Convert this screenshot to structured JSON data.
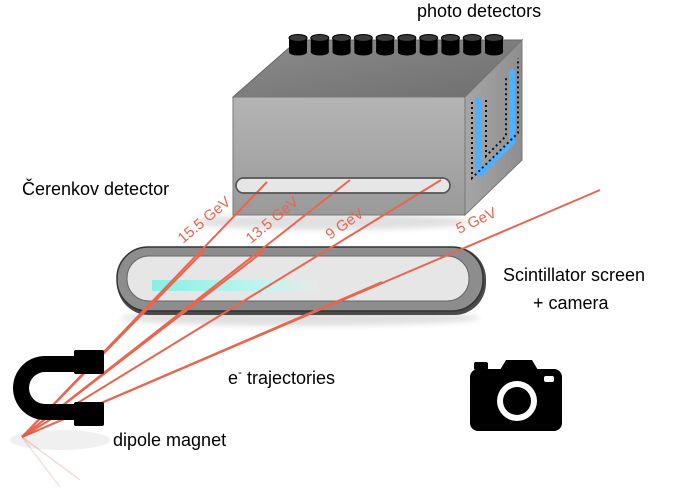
{
  "labels": {
    "photo_detectors": "photo detectors",
    "cerenkov_detector": "Čerenkov detector",
    "scintillator_line1": "Scintillator screen",
    "scintillator_line2": "+ camera",
    "trajectories_superscript": "e",
    "trajectories_sup_mark": "-",
    "trajectories": " trajectories",
    "dipole_magnet": "dipole magnet"
  },
  "energies": [
    {
      "label": "15.5 GeV"
    },
    {
      "label": "13.5 GeV"
    },
    {
      "label": "9 GeV"
    },
    {
      "label": "5 GeV"
    }
  ],
  "colors": {
    "trajectory": "#e8664f",
    "box_face": "#a9a9a9",
    "box_top": "#8a8a8a",
    "box_side": "#9c9c9c",
    "scintillator_glow": "#8ff0e6",
    "cerenkov_light": "#4fb0ff",
    "magnet": "#000000"
  },
  "icons": {
    "camera": "camera-icon",
    "magnet": "horseshoe-magnet-icon"
  }
}
